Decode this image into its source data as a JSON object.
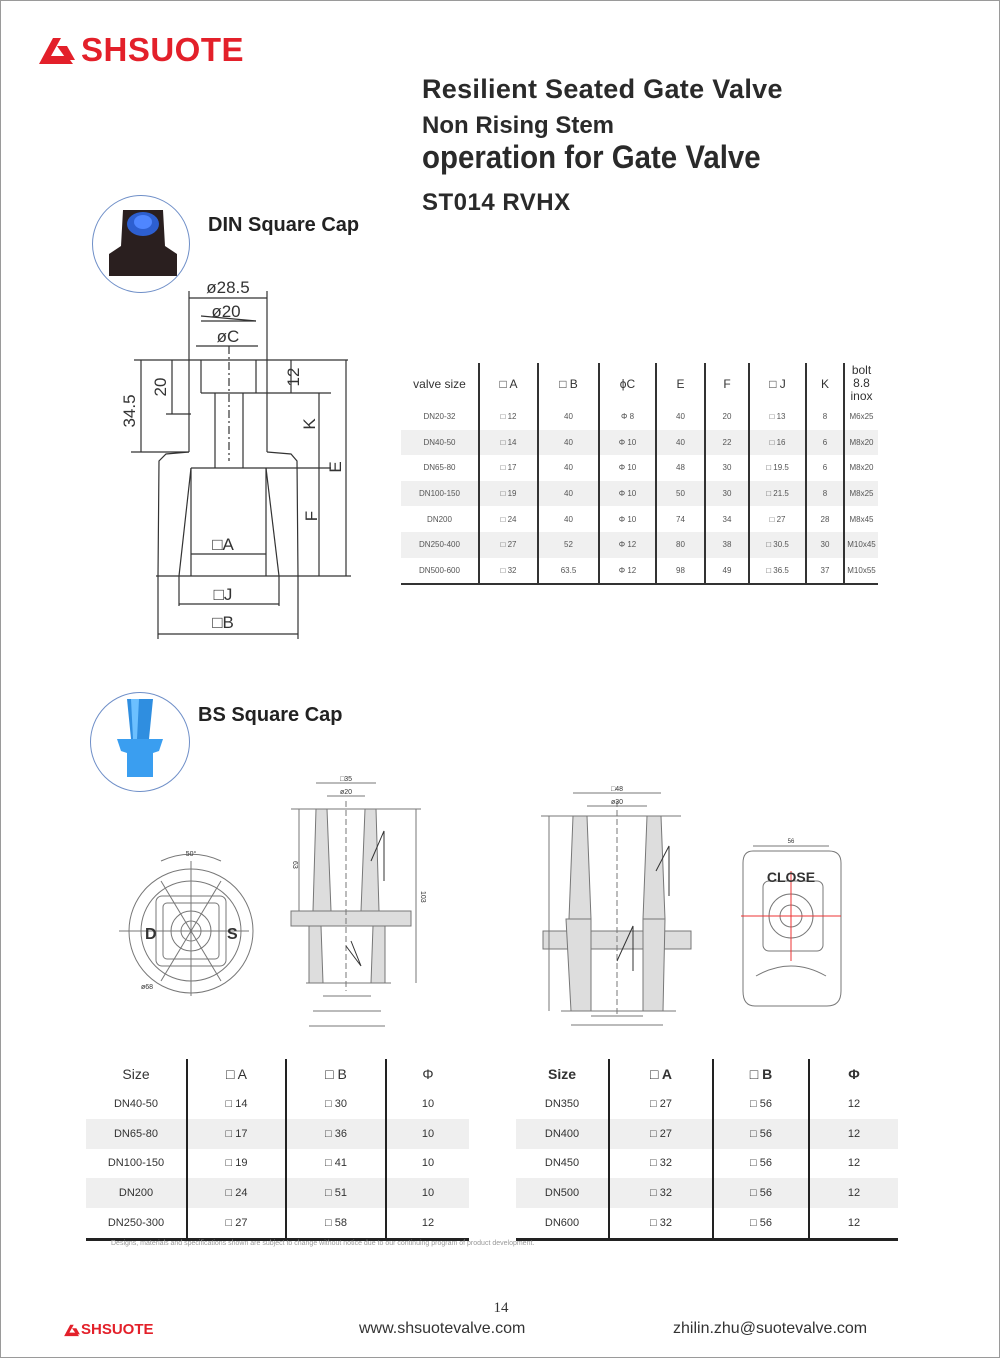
{
  "brand": {
    "name": "SHSUOTE",
    "color": "#e3202a"
  },
  "title": {
    "line1": "Resilient Seated Gate Valve",
    "line2": "Non Rising Stem",
    "line3": "operation for Gate Valve",
    "model": "ST014 RVHX"
  },
  "din": {
    "heading": "DIN Square Cap",
    "drawing_labels": {
      "d285": "ø28.5",
      "d20": "ø20",
      "dc": "øC",
      "h345": "34.5",
      "h20": "20",
      "h12": "12",
      "k": "K",
      "e": "E",
      "f": "F",
      "a": "□A",
      "j": "□J",
      "b": "□B"
    },
    "table": {
      "headers": [
        "valve size",
        "□ A",
        "□ B",
        "ϕC",
        "E",
        "F",
        "□ J",
        "K",
        "bolt\n8.8 inox"
      ],
      "rows": [
        [
          "DN20-32",
          "□ 12",
          "40",
          "Φ 8",
          "40",
          "20",
          "□ 13",
          "8",
          "M6x25"
        ],
        [
          "DN40-50",
          "□ 14",
          "40",
          "Φ 10",
          "40",
          "22",
          "□ 16",
          "6",
          "M8x20"
        ],
        [
          "DN65-80",
          "□ 17",
          "40",
          "Φ 10",
          "48",
          "30",
          "□ 19.5",
          "6",
          "M8x20"
        ],
        [
          "DN100-150",
          "□ 19",
          "40",
          "Φ 10",
          "50",
          "30",
          "□ 21.5",
          "8",
          "M8x25"
        ],
        [
          "DN200",
          "□ 24",
          "40",
          "Φ 10",
          "74",
          "34",
          "□ 27",
          "28",
          "M8x45"
        ],
        [
          "DN250-400",
          "□ 27",
          "52",
          "Φ 12",
          "80",
          "38",
          "□ 30.5",
          "30",
          "M10x45"
        ],
        [
          "DN500-600",
          "□ 32",
          "63.5",
          "Φ 12",
          "98",
          "49",
          "□ 36.5",
          "37",
          "M10x55"
        ]
      ]
    }
  },
  "bs": {
    "heading": "BS Square Cap",
    "drawing_labels": {
      "ang50": "50°",
      "d68": "ø68",
      "d": "D",
      "s": "S",
      "c35": "□35",
      "c20": "ø20",
      "h63": "63",
      "h103": "103",
      "c48": "□48",
      "c30": "ø30",
      "close": "CLOSE",
      "w56": "56"
    },
    "table_left": {
      "headers": [
        "Size",
        "□ A",
        "□ B",
        "Φ"
      ],
      "rows": [
        [
          "DN40-50",
          "□ 14",
          "□ 30",
          "10"
        ],
        [
          "DN65-80",
          "□ 17",
          "□ 36",
          "10"
        ],
        [
          "DN100-150",
          "□ 19",
          "□ 41",
          "10"
        ],
        [
          "DN200",
          "□ 24",
          "□ 51",
          "10"
        ],
        [
          "DN250-300",
          "□ 27",
          "□ 58",
          "12"
        ]
      ]
    },
    "table_right": {
      "headers": [
        "Size",
        "□ A",
        "□ B",
        "Φ"
      ],
      "rows": [
        [
          "DN350",
          "□ 27",
          "□ 56",
          "12"
        ],
        [
          "DN400",
          "□ 27",
          "□ 56",
          "12"
        ],
        [
          "DN450",
          "□ 32",
          "□ 56",
          "12"
        ],
        [
          "DN500",
          "□ 32",
          "□ 56",
          "12"
        ],
        [
          "DN600",
          "□ 32",
          "□ 56",
          "12"
        ]
      ]
    }
  },
  "disclaimer": "Designs, materials and specifications shown are subject to change without notice due to our continuing program of product development.",
  "footer": {
    "page_number": "14",
    "logo": "SHSUOTE",
    "website": "www.shsuotevalve.com",
    "email": "zhilin.zhu@suotevalve.com"
  }
}
